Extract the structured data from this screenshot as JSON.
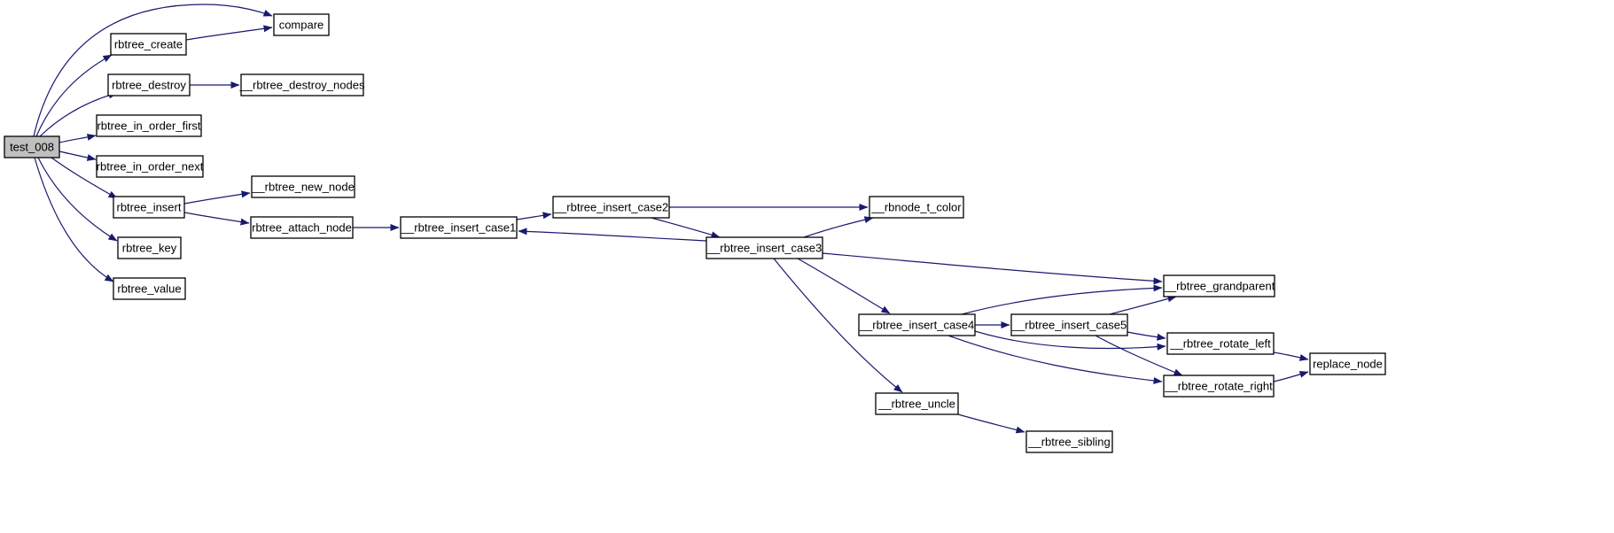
{
  "diagram": {
    "type": "call-graph",
    "root": "test_008",
    "colors": {
      "edge": "#191970",
      "root_fill": "#bfbfbf",
      "node_fill": "#ffffff",
      "node_border": "#000000"
    },
    "nodes": [
      {
        "id": "test_008",
        "label": "test_008"
      },
      {
        "id": "compare",
        "label": "compare"
      },
      {
        "id": "rbtree_create",
        "label": "rbtree_create"
      },
      {
        "id": "rbtree_destroy",
        "label": "rbtree_destroy"
      },
      {
        "id": "rbtree_destroy_nodes",
        "label": "__rbtree_destroy_nodes"
      },
      {
        "id": "rbtree_in_order_first",
        "label": "rbtree_in_order_first"
      },
      {
        "id": "rbtree_in_order_next",
        "label": "rbtree_in_order_next"
      },
      {
        "id": "rbtree_insert",
        "label": "rbtree_insert"
      },
      {
        "id": "rbtree_new_node",
        "label": "__rbtree_new_node"
      },
      {
        "id": "rbtree_attach_node",
        "label": "rbtree_attach_node"
      },
      {
        "id": "rbtree_key",
        "label": "rbtree_key"
      },
      {
        "id": "rbtree_value",
        "label": "rbtree_value"
      },
      {
        "id": "insert_case1",
        "label": "__rbtree_insert_case1"
      },
      {
        "id": "insert_case2",
        "label": "__rbtree_insert_case2"
      },
      {
        "id": "insert_case3",
        "label": "__rbtree_insert_case3"
      },
      {
        "id": "rbnode_t_color",
        "label": "__rbnode_t_color"
      },
      {
        "id": "grandparent",
        "label": "__rbtree_grandparent"
      },
      {
        "id": "insert_case4",
        "label": "__rbtree_insert_case4"
      },
      {
        "id": "insert_case5",
        "label": "__rbtree_insert_case5"
      },
      {
        "id": "rotate_left",
        "label": "__rbtree_rotate_left"
      },
      {
        "id": "rotate_right",
        "label": "__rbtree_rotate_right"
      },
      {
        "id": "replace_node",
        "label": "replace_node"
      },
      {
        "id": "uncle",
        "label": "__rbtree_uncle"
      },
      {
        "id": "sibling",
        "label": "__rbtree_sibling"
      }
    ],
    "edges": [
      [
        "test_008",
        "compare"
      ],
      [
        "test_008",
        "rbtree_create"
      ],
      [
        "test_008",
        "rbtree_destroy"
      ],
      [
        "test_008",
        "rbtree_in_order_first"
      ],
      [
        "test_008",
        "rbtree_in_order_next"
      ],
      [
        "test_008",
        "rbtree_insert"
      ],
      [
        "test_008",
        "rbtree_key"
      ],
      [
        "test_008",
        "rbtree_value"
      ],
      [
        "rbtree_create",
        "compare"
      ],
      [
        "rbtree_destroy",
        "rbtree_destroy_nodes"
      ],
      [
        "rbtree_insert",
        "rbtree_new_node"
      ],
      [
        "rbtree_insert",
        "rbtree_attach_node"
      ],
      [
        "rbtree_attach_node",
        "insert_case1"
      ],
      [
        "insert_case1",
        "insert_case2"
      ],
      [
        "insert_case2",
        "rbnode_t_color"
      ],
      [
        "insert_case2",
        "insert_case3"
      ],
      [
        "insert_case3",
        "insert_case1"
      ],
      [
        "insert_case3",
        "rbnode_t_color"
      ],
      [
        "insert_case3",
        "grandparent"
      ],
      [
        "insert_case3",
        "insert_case4"
      ],
      [
        "insert_case3",
        "uncle"
      ],
      [
        "insert_case4",
        "grandparent"
      ],
      [
        "insert_case4",
        "insert_case5"
      ],
      [
        "insert_case4",
        "rotate_left"
      ],
      [
        "insert_case4",
        "rotate_right"
      ],
      [
        "insert_case5",
        "grandparent"
      ],
      [
        "insert_case5",
        "rotate_left"
      ],
      [
        "insert_case5",
        "rotate_right"
      ],
      [
        "rotate_left",
        "replace_node"
      ],
      [
        "rotate_right",
        "replace_node"
      ],
      [
        "uncle",
        "sibling"
      ]
    ]
  }
}
